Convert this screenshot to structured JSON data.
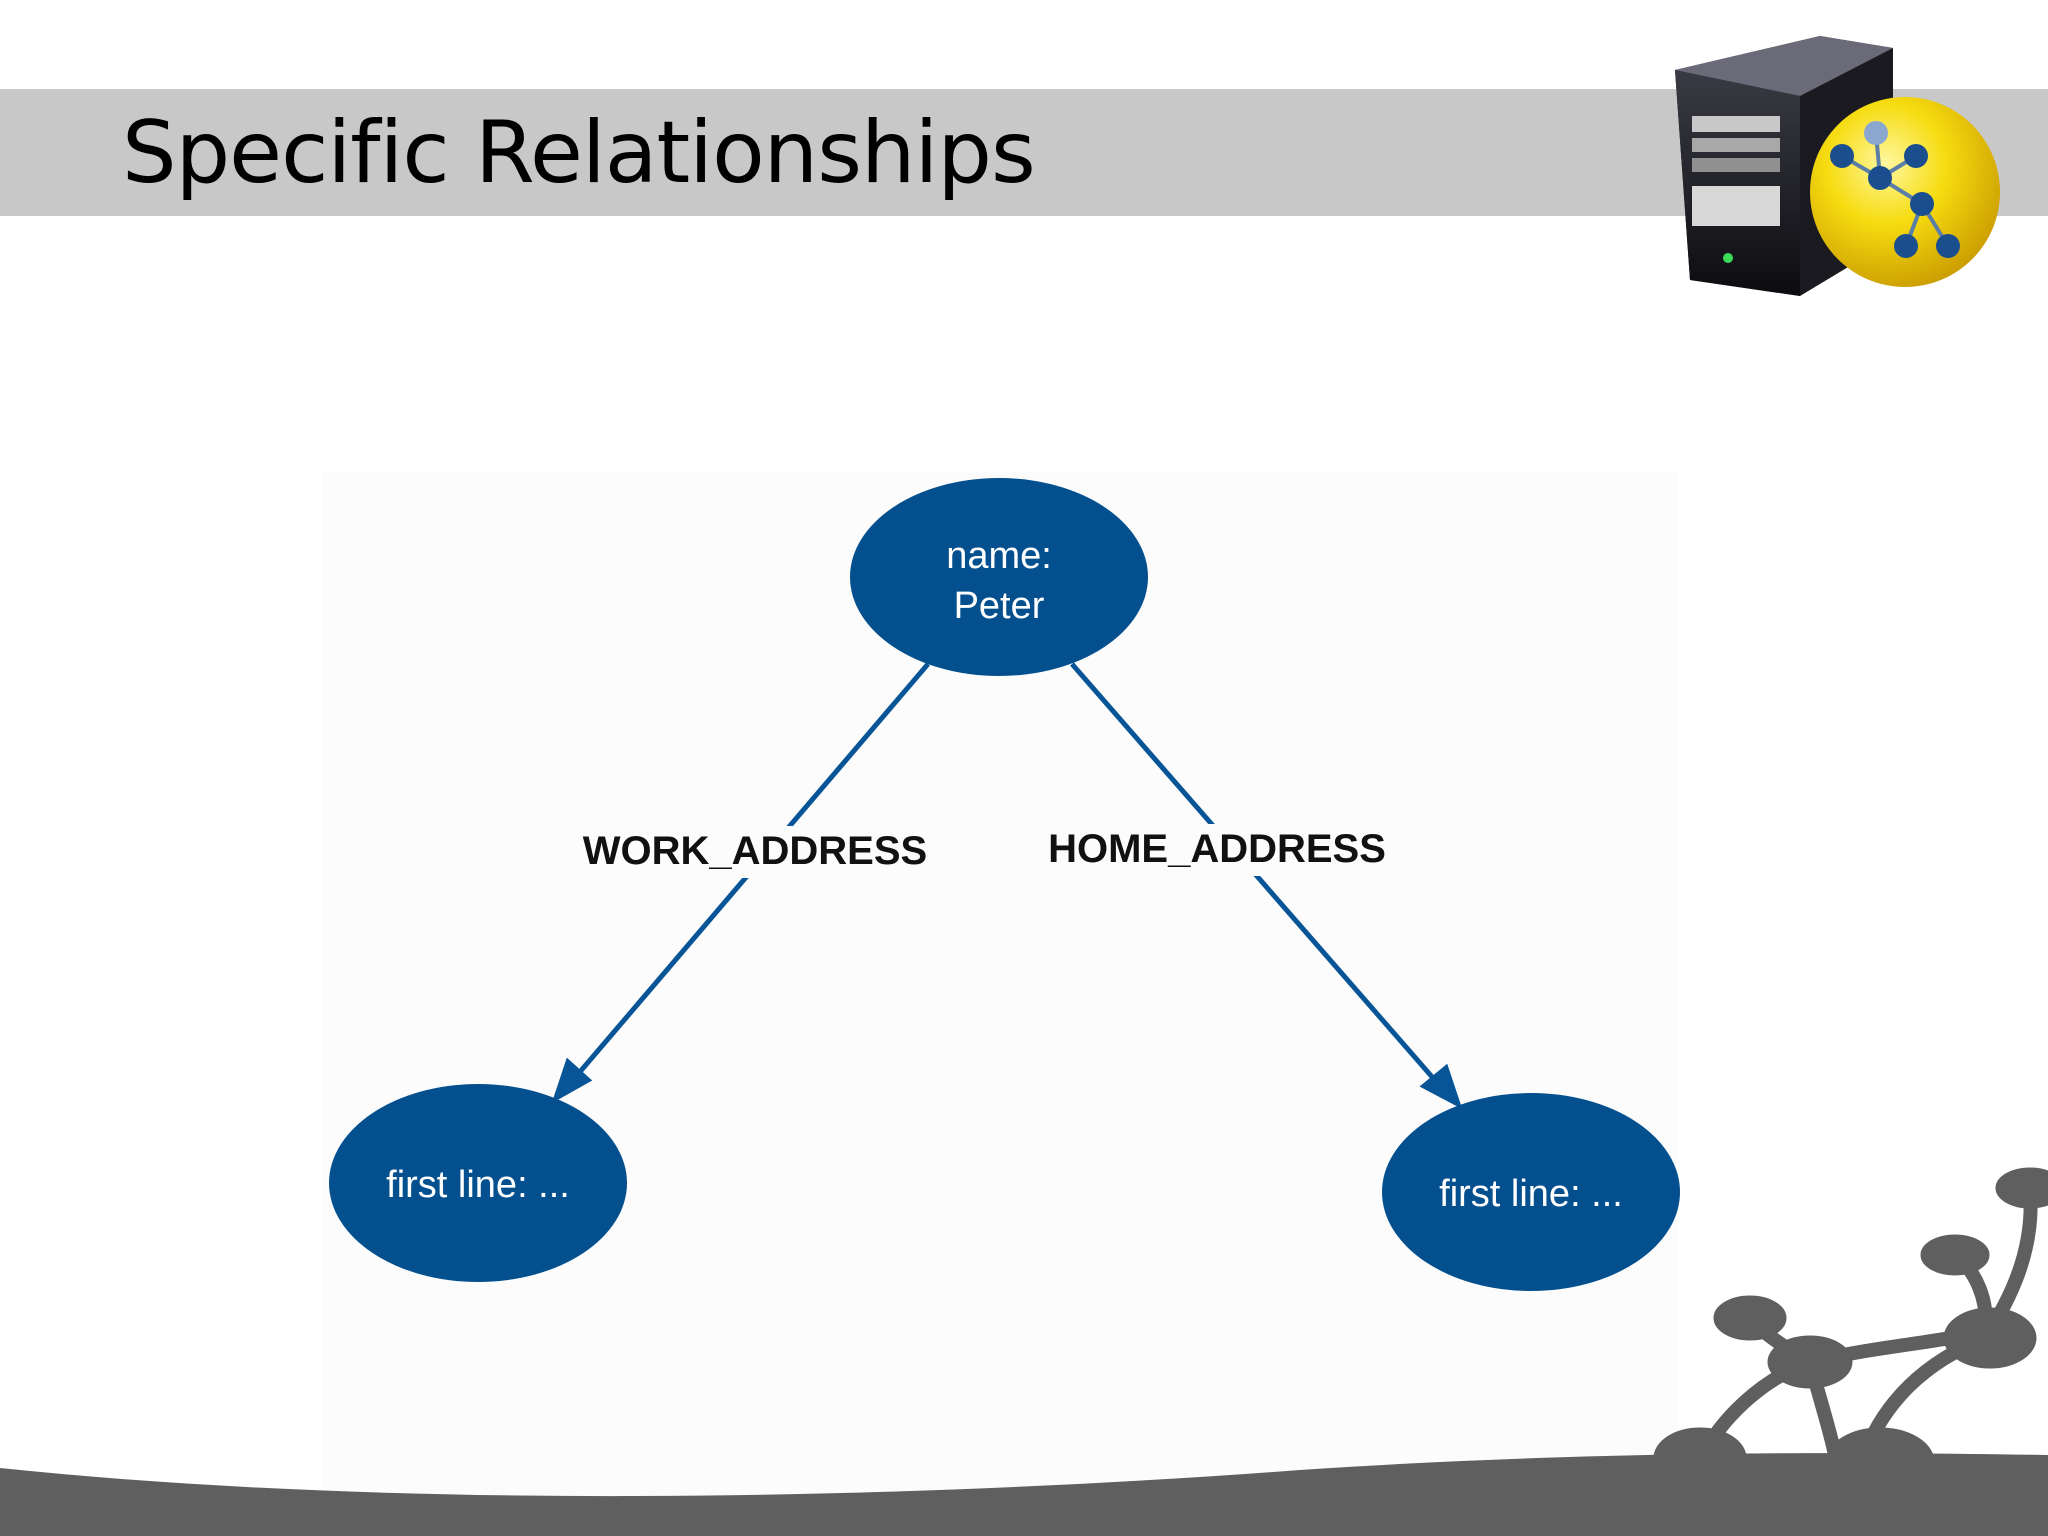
{
  "slide": {
    "title": "Specific Relationships"
  },
  "diagram": {
    "nodes": [
      {
        "id": "person",
        "lines": [
          "name:",
          "Peter"
        ]
      },
      {
        "id": "work",
        "lines": [
          "first line: ..."
        ]
      },
      {
        "id": "home",
        "lines": [
          "first line: ..."
        ]
      }
    ],
    "edges": [
      {
        "from": "person",
        "to": "work",
        "label": "WORK_ADDRESS"
      },
      {
        "from": "person",
        "to": "home",
        "label": "HOME_ADDRESS"
      }
    ]
  },
  "colors": {
    "node_fill": "#04508f",
    "edge": "#075597",
    "title_band": "#c8c8c8",
    "decor": "#5f5f5f"
  },
  "icons": [
    "server-tower-icon",
    "graph-database-icon",
    "network-decoration"
  ]
}
